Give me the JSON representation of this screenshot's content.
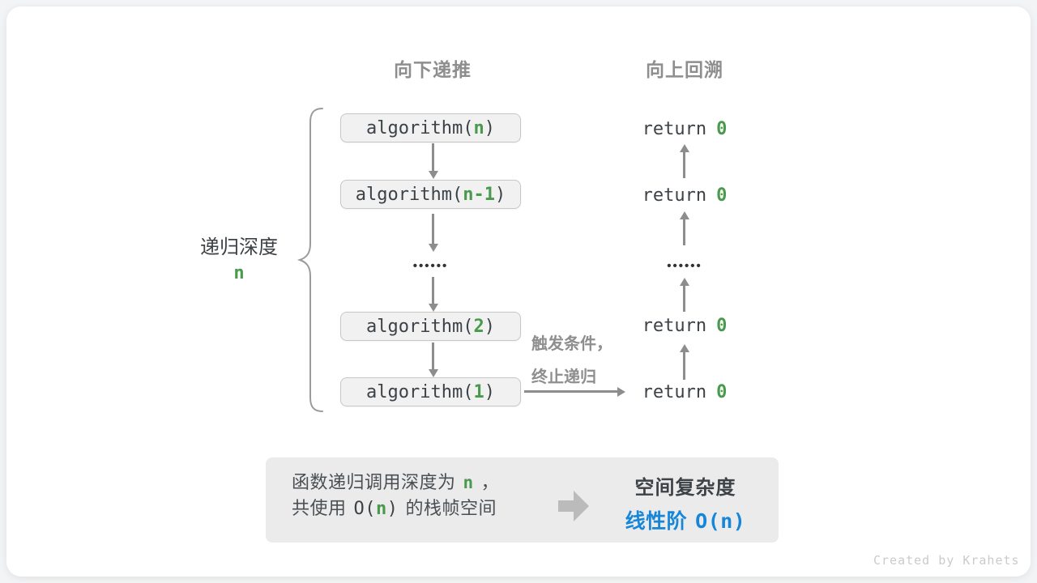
{
  "headers": {
    "downward": "向下递推",
    "upward": "向上回溯"
  },
  "depth": {
    "label": "递归深度",
    "value": "n"
  },
  "dots": {
    "text": "••••••"
  },
  "calls": [
    {
      "name": "algorithm(",
      "arg": "n",
      "close": ")"
    },
    {
      "name": "algorithm(",
      "arg": "n-1",
      "close": ")"
    },
    {
      "name": "algorithm(",
      "arg": "2",
      "close": ")"
    },
    {
      "name": "algorithm(",
      "arg": "1",
      "close": ")"
    }
  ],
  "returns": [
    {
      "keyword": "return",
      "value": "0"
    },
    {
      "keyword": "return",
      "value": "0"
    },
    {
      "keyword": "return",
      "value": "0"
    },
    {
      "keyword": "return",
      "value": "0"
    }
  ],
  "terminate": {
    "line1": "触发条件，",
    "line2": "终止递归"
  },
  "summary": {
    "left_line1_text": "函数递归调用深度为",
    "left_line1_var": "n",
    "left_line1_punct": "，",
    "left_line2_prefix": "共使用",
    "left_line2_o_open": "O(",
    "left_line2_var": "n",
    "left_line2_o_close": ")",
    "left_line2_suffix": "的栈帧空间",
    "right_title": "空间复杂度",
    "right_result_label": "线性阶",
    "right_result_o": "O(n)"
  },
  "watermark": "Created by Krahets",
  "colors": {
    "green_accent": "#4a9a4e",
    "blue_accent": "#1586d8",
    "label_gray": "#8e8e8e",
    "code_text": "#3d4247",
    "arrow_gray": "#8d8d8d",
    "call_box_bg": "#f1f1f1",
    "call_box_border": "#c7c7c7",
    "summary_bg": "#ebebeb"
  }
}
